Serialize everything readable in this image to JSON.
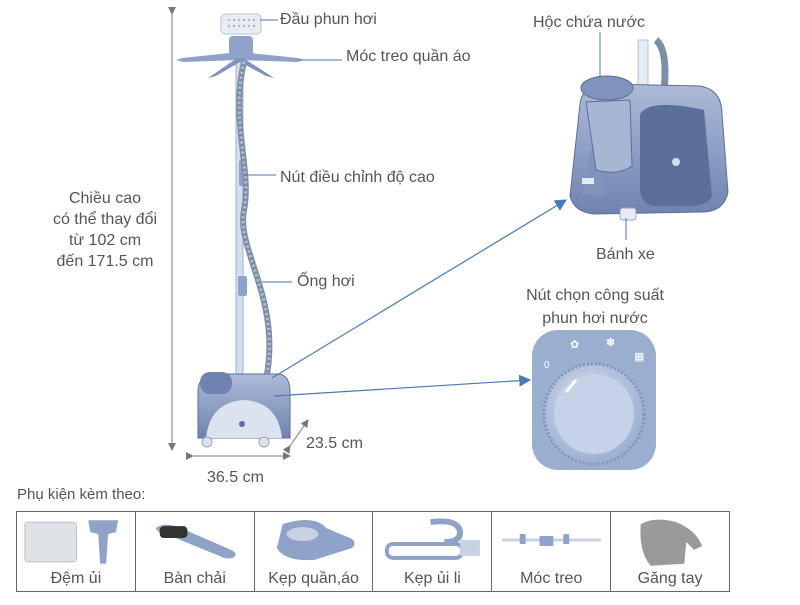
{
  "callouts": {
    "nozzle": "Đầu phun hơi",
    "hanger_hook": "Móc treo quần áo",
    "water_tank": "Hộc chứa nước",
    "height_button": "Nút điều chỉnh độ cao",
    "wheels": "Bánh xe",
    "steam_hose": "Ống hơi",
    "power_knob": [
      "Nút chọn công suất",
      "phun hơi nước"
    ]
  },
  "height_info": [
    "Chiều cao",
    "có thể thay đổi",
    "từ 102 cm",
    "đến 171.5 cm"
  ],
  "dimensions": {
    "width": "36.5 cm",
    "depth": "23.5 cm"
  },
  "accessories": {
    "title": "Phụ kiện kèm theo:",
    "items": [
      {
        "name": "Đệm ủi",
        "icon": "ironing-pad-icon"
      },
      {
        "name": "Bàn chải",
        "icon": "brush-icon"
      },
      {
        "name": "Kẹp quần,áo",
        "icon": "clothes-clip-icon"
      },
      {
        "name": "Kẹp ủi li",
        "icon": "crease-clip-icon"
      },
      {
        "name": "Móc treo",
        "icon": "hanger-icon"
      },
      {
        "name": "Găng tay",
        "icon": "glove-icon"
      }
    ]
  },
  "colors": {
    "body": "#8fa3c8",
    "body_dark": "#5b6f9a",
    "pole": "#c8d4e8",
    "arrow": "#4a7ab8",
    "dim_line": "#777777"
  }
}
